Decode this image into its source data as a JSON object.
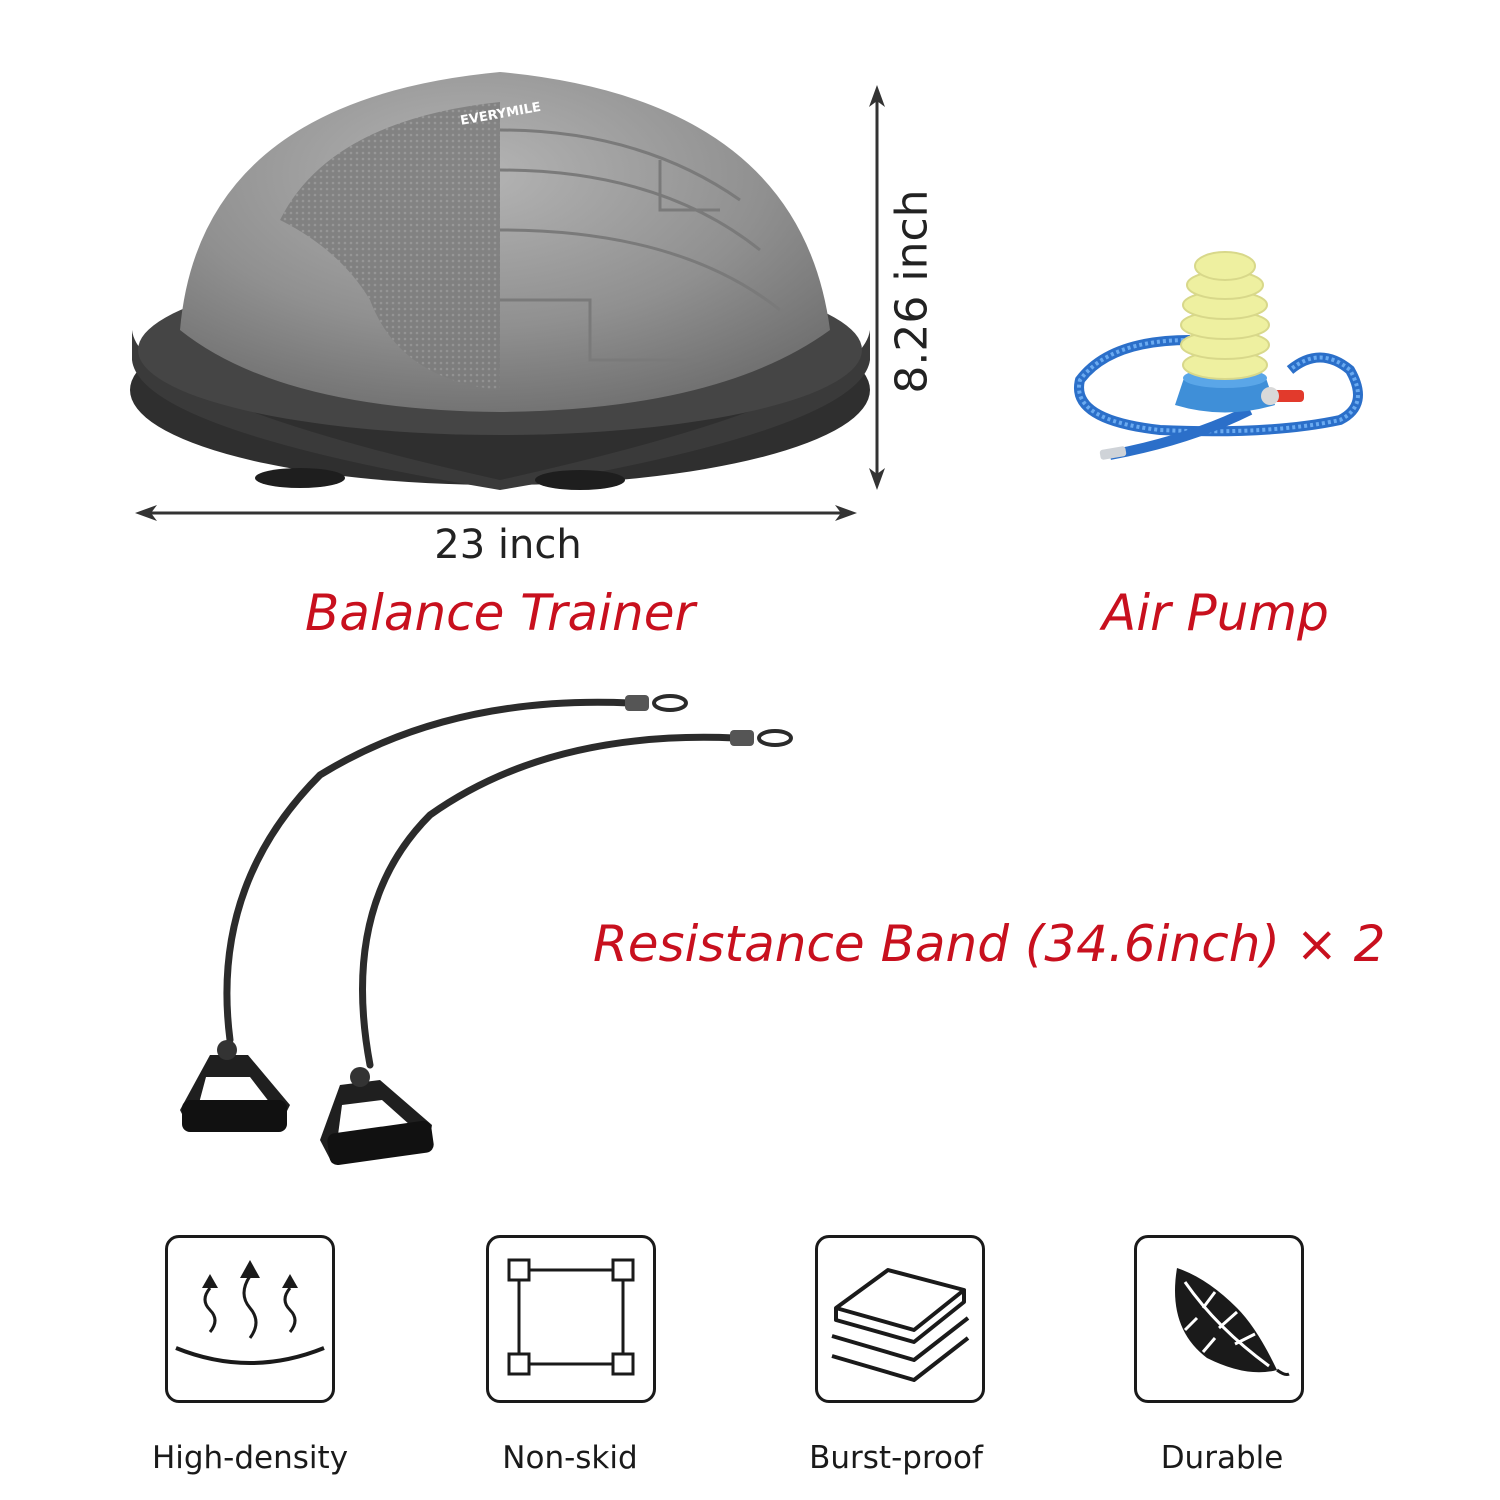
{
  "product": {
    "brand_mark": "EVERYMILE",
    "width_label": "23 inch",
    "height_label": "8.26 inch",
    "balance_trainer_caption": "Balance Trainer",
    "air_pump_caption": "Air Pump",
    "resistance_band_caption": "Resistance Band (34.6inch) × 2"
  },
  "features": [
    {
      "label": "High-density",
      "icon": "heat-waves-icon"
    },
    {
      "label": "Non-skid",
      "icon": "square-corners-icon"
    },
    {
      "label": "Burst-proof",
      "icon": "stacked-layers-icon"
    },
    {
      "label": "Durable",
      "icon": "leaf-icon"
    }
  ],
  "colors": {
    "caption_red": "#c8101e",
    "dome_gray": "#8e8e8e",
    "base_dark": "#3a3a3a",
    "pump_yellow": "#eef0a0",
    "pump_blue": "#3f8fd8",
    "band_dark": "#2b2b2b"
  }
}
